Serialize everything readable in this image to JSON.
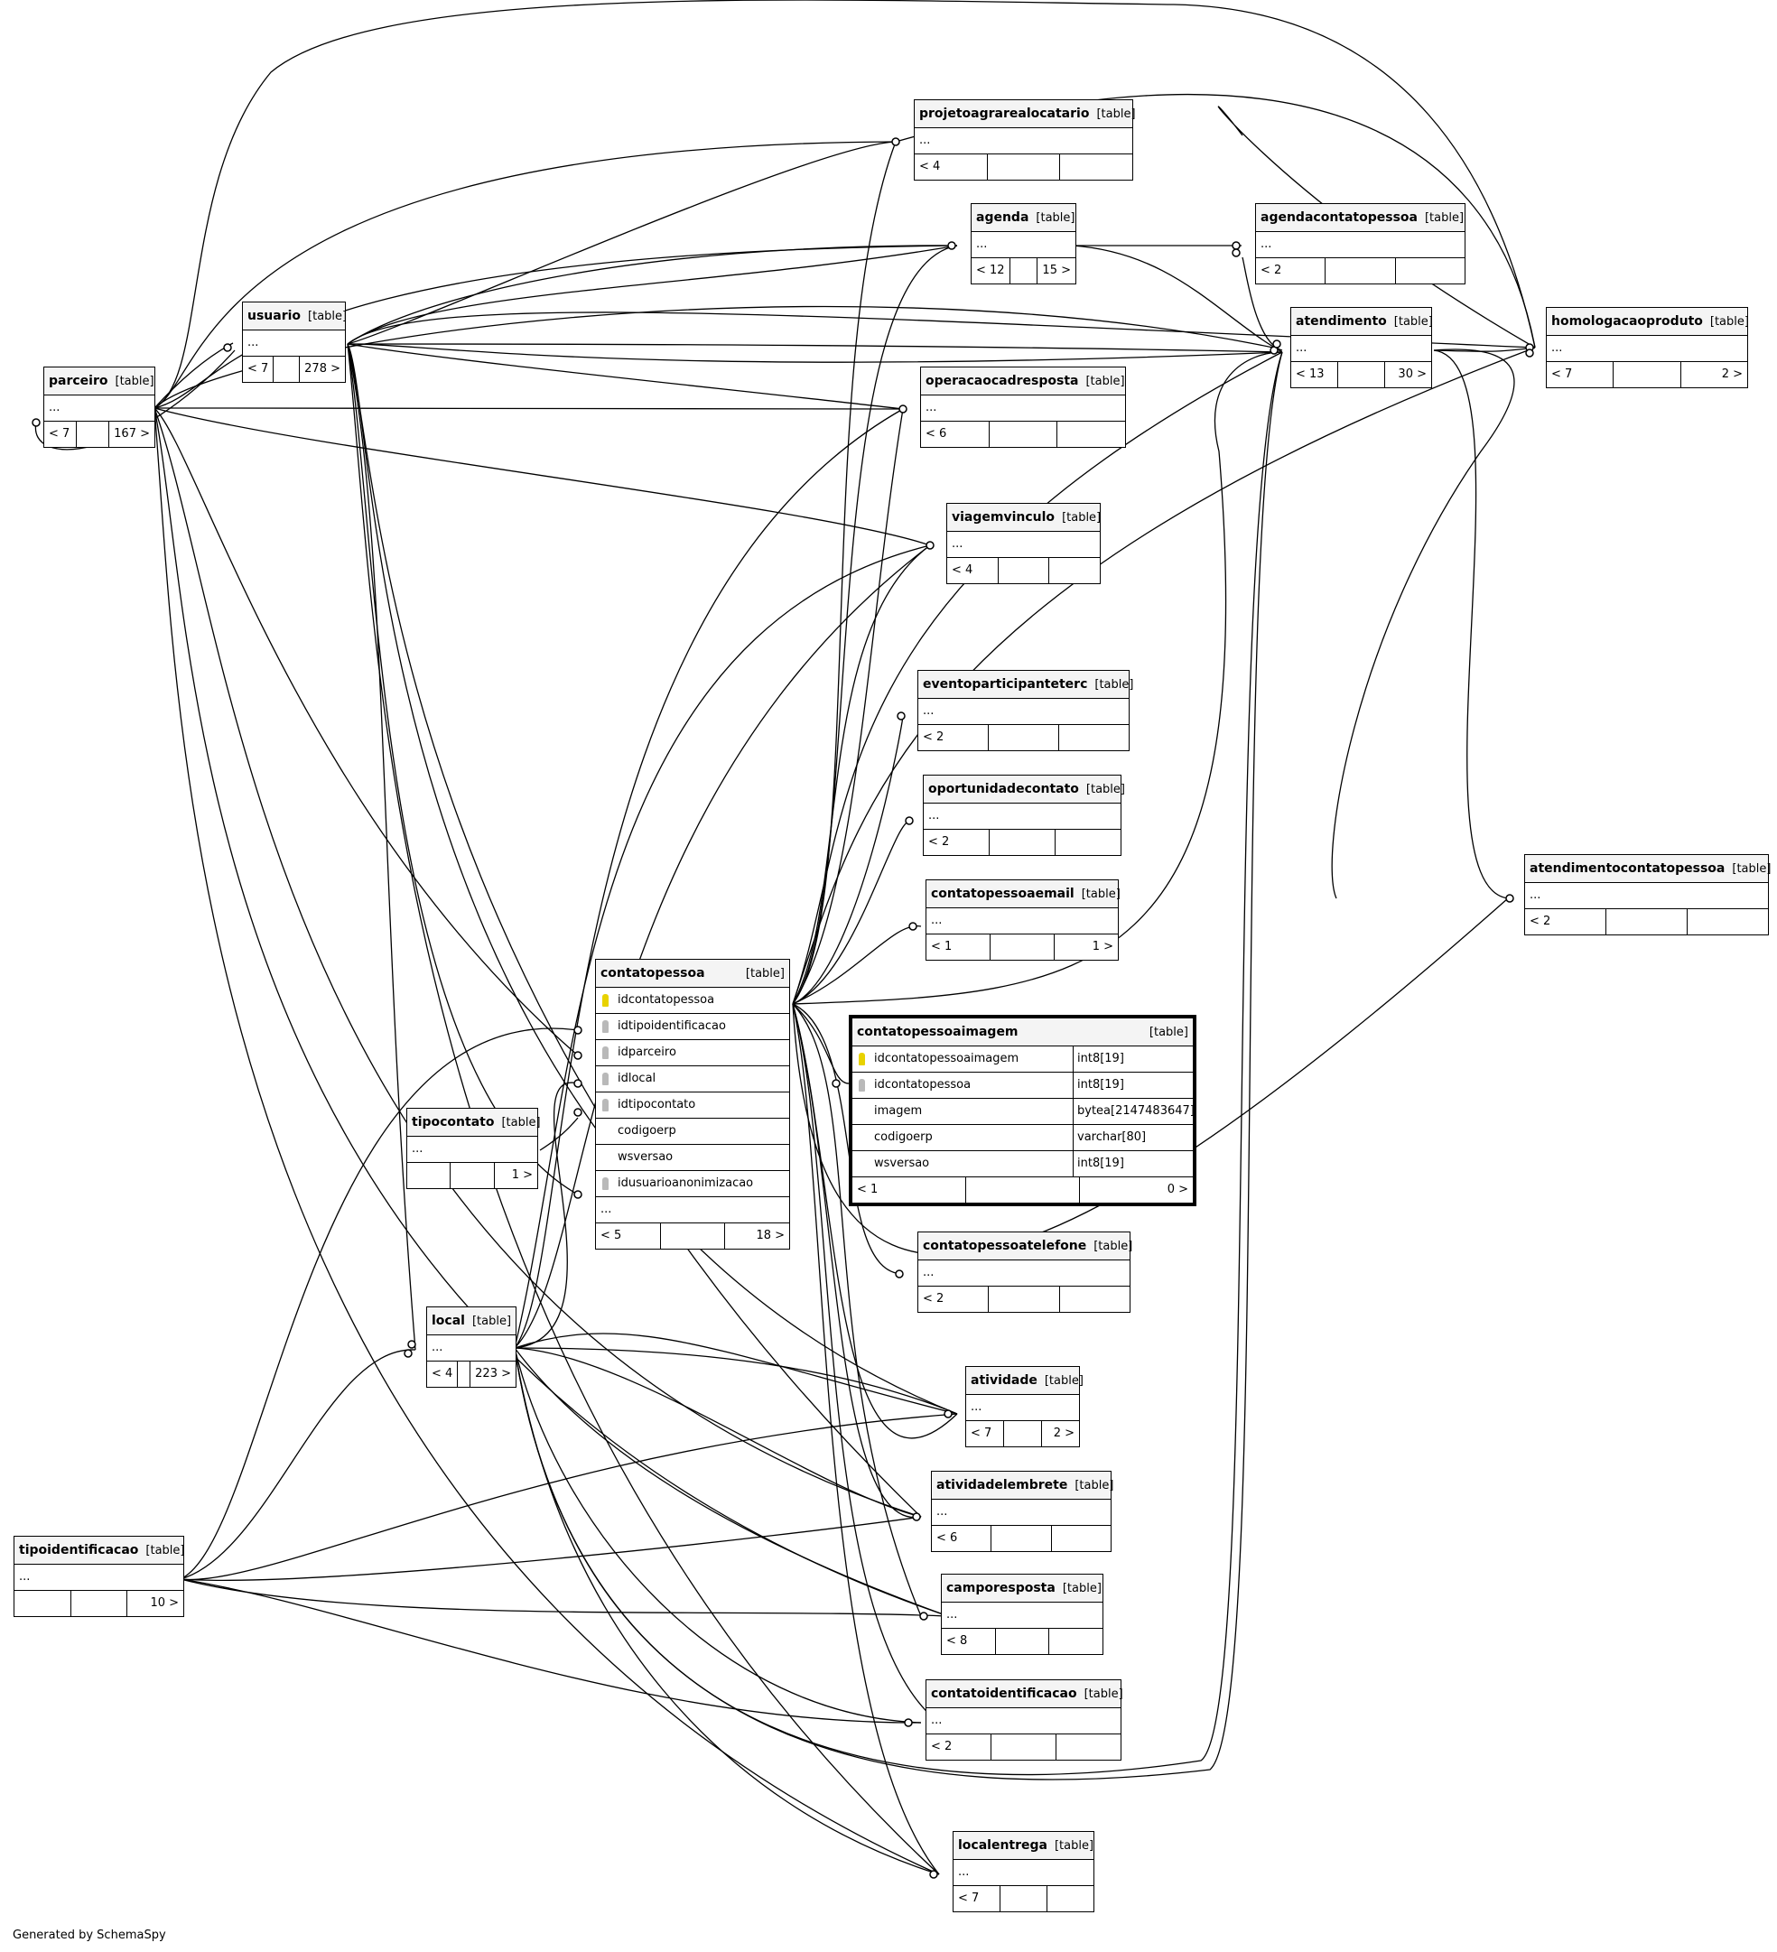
{
  "footer": "Generated by SchemaSpy",
  "tables": {
    "parceiro": {
      "name": "parceiro",
      "tag": "[table]",
      "body": "...",
      "ftr": [
        "< 7",
        "",
        "167 >"
      ]
    },
    "usuario": {
      "name": "usuario",
      "tag": "[table]",
      "body": "...",
      "ftr": [
        "< 7",
        "",
        "278 >"
      ]
    },
    "projetoagrarealocatario": {
      "name": "projetoagrarealocatario",
      "tag": "[table]",
      "body": "...",
      "ftr": [
        "< 4",
        "",
        ""
      ]
    },
    "agenda": {
      "name": "agenda",
      "tag": "[table]",
      "body": "...",
      "ftr": [
        "< 12",
        "",
        "15 >"
      ]
    },
    "agendacontatopessoa": {
      "name": "agendacontatopessoa",
      "tag": "[table]",
      "body": "...",
      "ftr": [
        "< 2",
        "",
        ""
      ]
    },
    "atendimento": {
      "name": "atendimento",
      "tag": "[table]",
      "body": "...",
      "ftr": [
        "< 13",
        "",
        "30 >"
      ]
    },
    "homologacaoproduto": {
      "name": "homologacaoproduto",
      "tag": "[table]",
      "body": "...",
      "ftr": [
        "< 7",
        "",
        "2 >"
      ]
    },
    "operacaocadresposta": {
      "name": "operacaocadresposta",
      "tag": "[table]",
      "body": "...",
      "ftr": [
        "< 6",
        "",
        ""
      ]
    },
    "viagemvinculo": {
      "name": "viagemvinculo",
      "tag": "[table]",
      "body": "...",
      "ftr": [
        "< 4",
        "",
        ""
      ]
    },
    "eventoparticipanteterc": {
      "name": "eventoparticipanteterc",
      "tag": "[table]",
      "body": "...",
      "ftr": [
        "< 2",
        "",
        ""
      ]
    },
    "oportunidadecontato": {
      "name": "oportunidadecontato",
      "tag": "[table]",
      "body": "...",
      "ftr": [
        "< 2",
        "",
        ""
      ]
    },
    "contatopessoaemail": {
      "name": "contatopessoaemail",
      "tag": "[table]",
      "body": "...",
      "ftr": [
        "< 1",
        "",
        "1 >"
      ]
    },
    "atendimentocontatopessoa": {
      "name": "atendimentocontatopessoa",
      "tag": "[table]",
      "body": "...",
      "ftr": [
        "< 2",
        "",
        ""
      ]
    },
    "contatopessoatelefone": {
      "name": "contatopessoatelefone",
      "tag": "[table]",
      "body": "...",
      "ftr": [
        "< 2",
        "",
        ""
      ]
    },
    "tipocontato": {
      "name": "tipocontato",
      "tag": "[table]",
      "body": "...",
      "ftr": [
        "",
        "",
        "1 >"
      ]
    },
    "local": {
      "name": "local",
      "tag": "[table]",
      "body": "...",
      "ftr": [
        "< 4",
        "",
        "223 >"
      ]
    },
    "atividade": {
      "name": "atividade",
      "tag": "[table]",
      "body": "...",
      "ftr": [
        "< 7",
        "",
        "2 >"
      ]
    },
    "atividadelembrete": {
      "name": "atividadelembrete",
      "tag": "[table]",
      "body": "...",
      "ftr": [
        "< 6",
        "",
        ""
      ]
    },
    "camporesposta": {
      "name": "camporesposta",
      "tag": "[table]",
      "body": "...",
      "ftr": [
        "< 8",
        "",
        ""
      ]
    },
    "contatoidentificacao": {
      "name": "contatoidentificacao",
      "tag": "[table]",
      "body": "...",
      "ftr": [
        "< 2",
        "",
        ""
      ]
    },
    "localentrega": {
      "name": "localentrega",
      "tag": "[table]",
      "body": "...",
      "ftr": [
        "< 7",
        "",
        ""
      ]
    },
    "tipoidentificacao": {
      "name": "tipoidentificacao",
      "tag": "[table]",
      "body": "...",
      "ftr": [
        "",
        "",
        "10 >"
      ]
    },
    "contatopessoa": {
      "name": "contatopessoa",
      "tag": "[table]",
      "columns": [
        "idcontatopessoa",
        "idtipoidentificacao",
        "idparceiro",
        "idlocal",
        "idtipocontato",
        "codigoerp",
        "wsversao",
        "idusuarioanonimizacao"
      ],
      "body": "...",
      "ftr": [
        "< 5",
        "",
        "18 >"
      ]
    },
    "contatopessoaimagem": {
      "name": "contatopessoaimagem",
      "tag": "[table]",
      "columns": [
        {
          "name": "idcontatopessoaimagem",
          "type": "int8[19]"
        },
        {
          "name": "idcontatopessoa",
          "type": "int8[19]"
        },
        {
          "name": "imagem",
          "type": "bytea[2147483647]"
        },
        {
          "name": "codigoerp",
          "type": "varchar[80]"
        },
        {
          "name": "wsversao",
          "type": "int8[19]"
        }
      ],
      "ftr": [
        "< 1",
        "",
        "0 >"
      ]
    }
  }
}
